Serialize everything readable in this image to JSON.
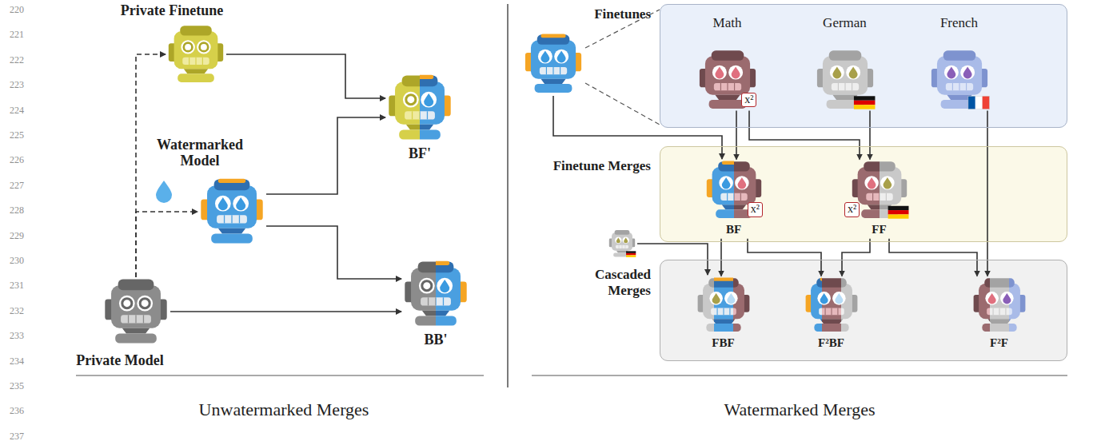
{
  "diagram": {
    "nodes": [
      {
        "text": [
          "Private Finetune"
        ]
      },
      {
        "text": [
          "Watermarked Model"
        ]
      },
      {
        "text": [
          "BF'"
        ]
      },
      {
        "text": [
          "BB'"
        ]
      },
      {
        "text": [
          "Private Model"
        ]
      },
      {
        "text": [
          "Finetunes"
        ]
      },
      {
        "text": [
          "Math"
        ],
        "in": 5
      },
      {
        "text": [
          "German"
        ],
        "in": 5
      },
      {
        "text": [
          "French"
        ],
        "in": 5
      },
      {
        "text": [
          "Finetune Merges"
        ]
      },
      {
        "text": [
          "BF"
        ],
        "in": 9
      },
      {
        "text": [
          "FF"
        ],
        "in": 9
      },
      {
        "text": [
          "Cascaded Merges"
        ]
      },
      {
        "text": [
          "FBF"
        ],
        "in": 12
      },
      {
        "text": [
          "F²BF"
        ],
        "in": 12
      },
      {
        "text": [
          "F²F"
        ],
        "in": 12
      }
    ],
    "edges": [
      {
        "from": 4,
        "to": 0,
        "arrow": "to"
      },
      {
        "from": 4,
        "to": 1,
        "arrow": "to"
      },
      {
        "from": 0,
        "to": 2,
        "arrow": "to"
      },
      {
        "from": 1,
        "to": 2,
        "arrow": "to"
      },
      {
        "from": 1,
        "to": 3,
        "arrow": "to"
      },
      {
        "from": 4,
        "to": 3,
        "arrow": "to"
      },
      {
        "from": 6,
        "to": 10,
        "arrow": "to"
      },
      {
        "from": 6,
        "to": 11,
        "arrow": "to"
      },
      {
        "from": 7,
        "to": 11,
        "arrow": "to"
      },
      {
        "from": 8,
        "to": 15,
        "arrow": "to"
      },
      {
        "from": 10,
        "to": 13,
        "arrow": "to"
      },
      {
        "from": 10,
        "to": 14,
        "arrow": "to"
      },
      {
        "from": 11,
        "to": 14,
        "arrow": "to"
      },
      {
        "from": 11,
        "to": 15,
        "arrow": "to"
      }
    ],
    "labels": [
      "220",
      "221",
      "222",
      "223",
      "224",
      "225",
      "226",
      "227",
      "228",
      "229",
      "230",
      "231",
      "232",
      "233",
      "234",
      "235",
      "236",
      "237",
      "x²",
      "x²",
      "x²",
      "Unwatermarked Merges",
      "Watermarked Merges"
    ]
  }
}
